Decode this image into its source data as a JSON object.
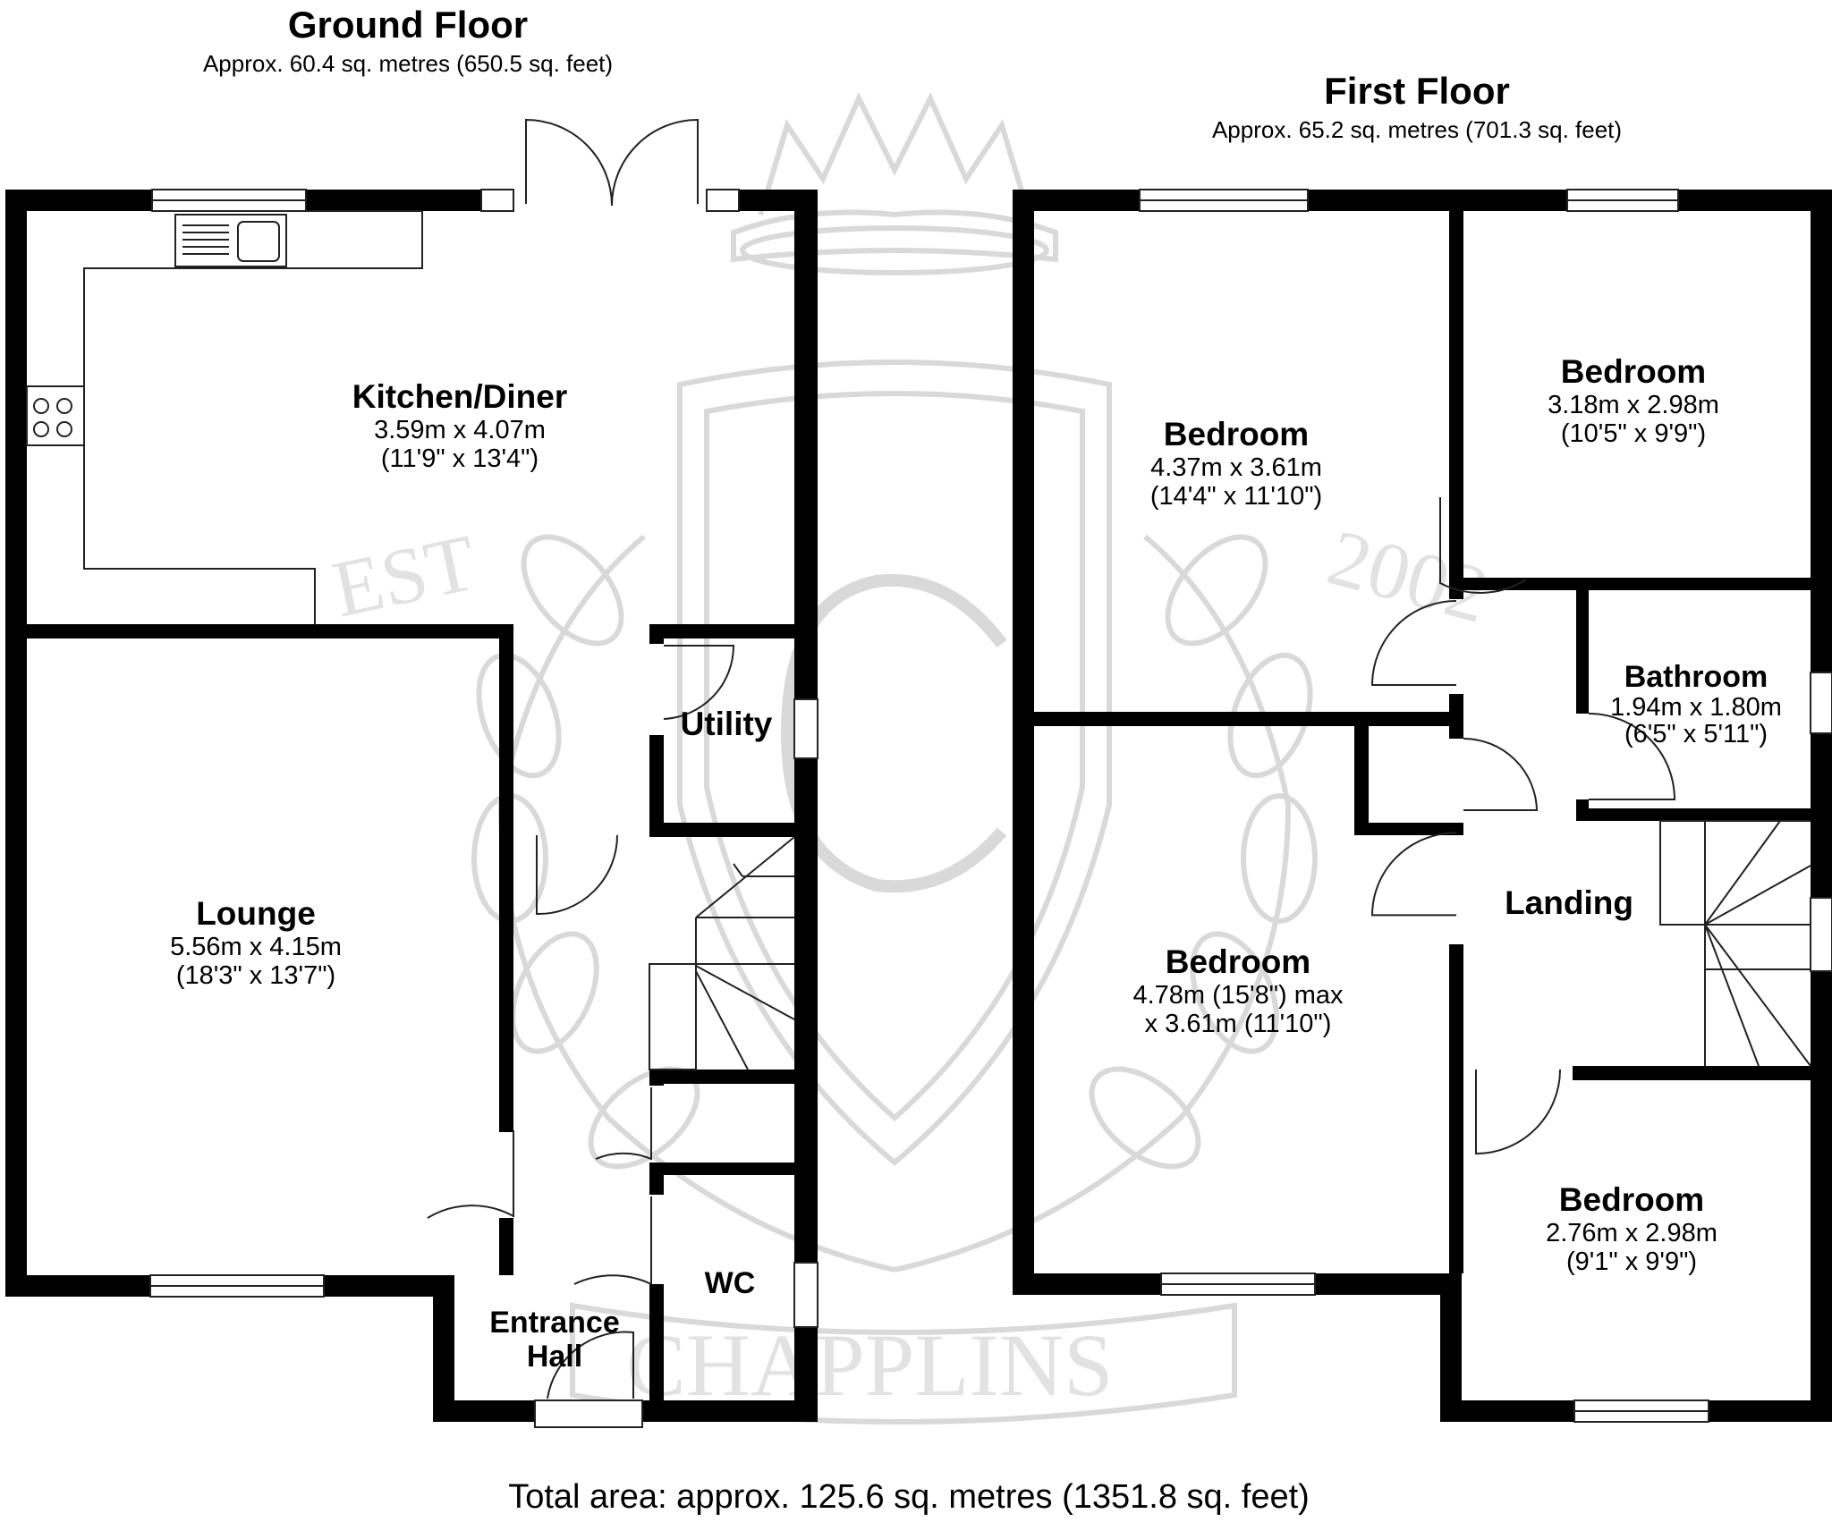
{
  "ground_floor": {
    "title": "Ground Floor",
    "area": "Approx. 60.4 sq. metres (650.5 sq. feet)"
  },
  "first_floor": {
    "title": "First Floor",
    "area": "Approx. 65.2 sq. metres (701.3 sq. feet)"
  },
  "rooms": {
    "kitchen": {
      "name": "Kitchen/Diner",
      "dim1": "3.59m x 4.07m",
      "dim2": "(11'9\" x 13'4\")"
    },
    "utility": {
      "name": "Utility"
    },
    "lounge": {
      "name": "Lounge",
      "dim1": "5.56m x 4.15m",
      "dim2": "(18'3\" x 13'7\")"
    },
    "wc": {
      "name": "WC"
    },
    "entrance": {
      "name1": "Entrance",
      "name2": "Hall"
    },
    "bedroom1": {
      "name": "Bedroom",
      "dim1": "4.37m x 3.61m",
      "dim2": "(14'4\" x 11'10\")"
    },
    "bedroom2": {
      "name": "Bedroom",
      "dim1": "3.18m x 2.98m",
      "dim2": "(10'5\" x 9'9\")"
    },
    "bathroom": {
      "name": "Bathroom",
      "dim1": "1.94m x 1.80m",
      "dim2": "(6'5\" x 5'11\")"
    },
    "landing": {
      "name": "Landing"
    },
    "bedroom3": {
      "name": "Bedroom",
      "dim1": "4.78m (15'8\") max",
      "dim2": "x 3.61m (11'10\")"
    },
    "bedroom4": {
      "name": "Bedroom",
      "dim1": "2.76m x 2.98m",
      "dim2": "(9'1\" x 9'9\")"
    }
  },
  "total_area": "Total area: approx. 125.6 sq. metres (1351.8 sq. feet)",
  "watermark": {
    "left": "EST",
    "right": "2002",
    "brand": "CHAPPLINS"
  }
}
